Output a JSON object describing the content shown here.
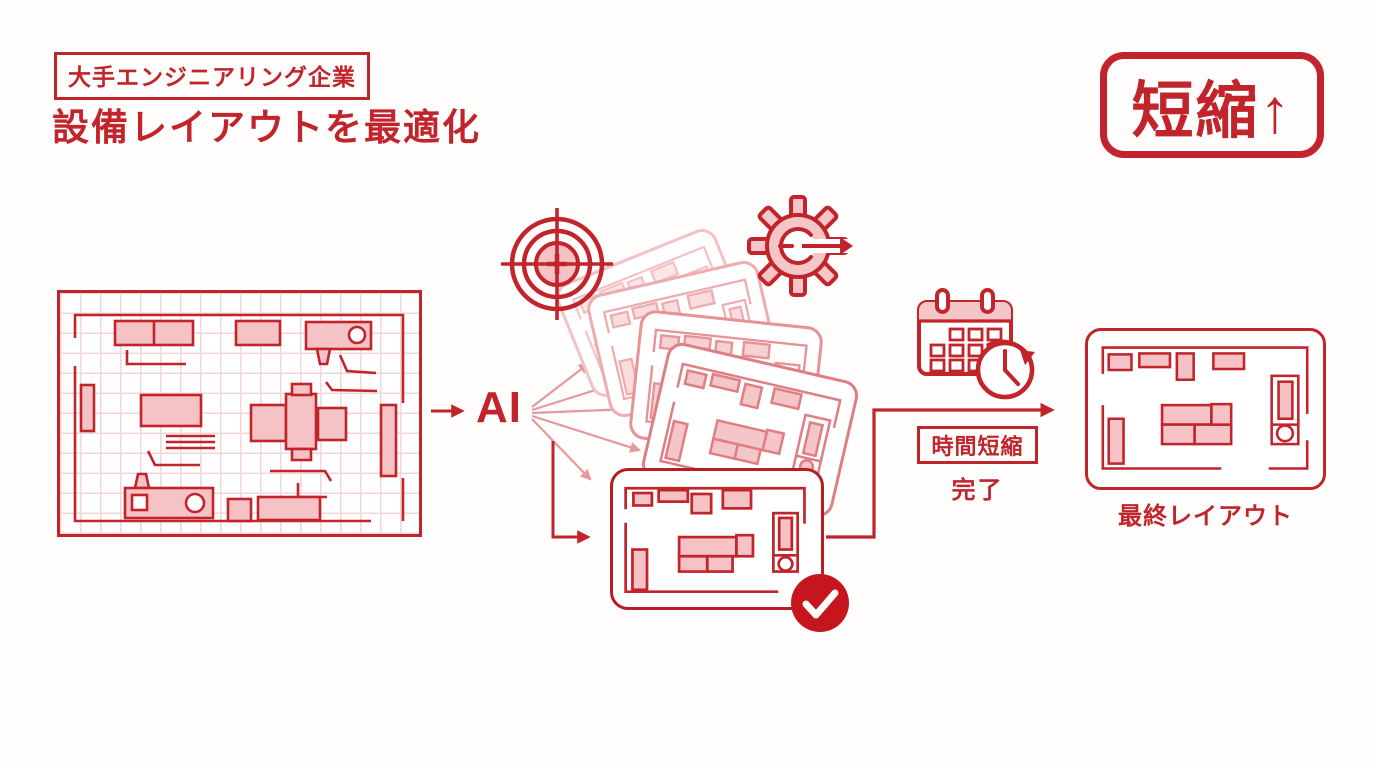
{
  "colors": {
    "primary_red": "#C2242B",
    "dark_red": "#B71E24",
    "pink_fill": "#F5C3C5",
    "light_arrow": "#E49A9D",
    "grid_line": "#F3D6D7",
    "check_bg": "#C5161D"
  },
  "header": {
    "company_label": "大手エンジニアリング企業",
    "title": "設備レイアウトを最適化"
  },
  "badge": {
    "text": "短縮↑"
  },
  "diagram": {
    "ai_label": "AI",
    "time_box": "時間短縮",
    "done": "完了",
    "final_caption": "最終レイアウト"
  },
  "icons": {
    "target": "target-icon",
    "gear": "gear-arrow-icon",
    "calendar_clock": "calendar-clock-icon",
    "check": "check-icon"
  }
}
